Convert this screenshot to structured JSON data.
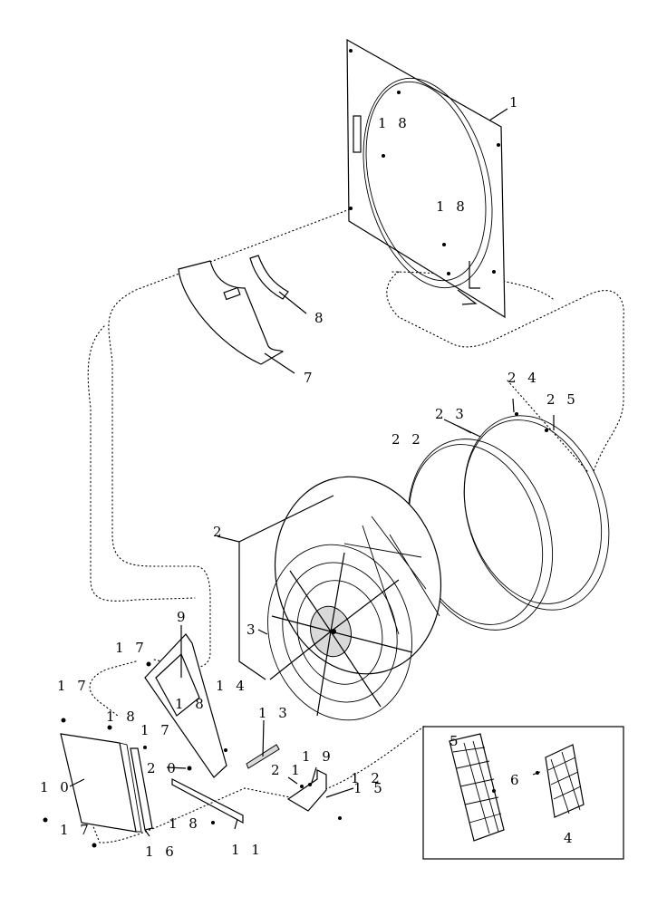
{
  "diagram": {
    "callouts": {
      "c1": "1",
      "c2": "2",
      "c3": "3",
      "c4": "4",
      "c5": "5",
      "c6": "6",
      "c7": "7",
      "c8": "8",
      "c9": "9",
      "c10": "1 0",
      "c11": "1 1",
      "c12": "1 2",
      "c13": "1 3",
      "c14": "1 4",
      "c15": "1 5",
      "c16": "1 6",
      "c17a": "1 7",
      "c17b": "1 7",
      "c17c": "1 7",
      "c17d": "1 7",
      "c18a": "1 8",
      "c18b": "1 8",
      "c18c": "1 8",
      "c18d": "1 8",
      "c18e": "1 8",
      "c19": "1 9",
      "c20": "2 0",
      "c21": "2 1",
      "c22": "2 2",
      "c23": "2 3",
      "c24": "2 4",
      "c25": "2 5"
    }
  }
}
